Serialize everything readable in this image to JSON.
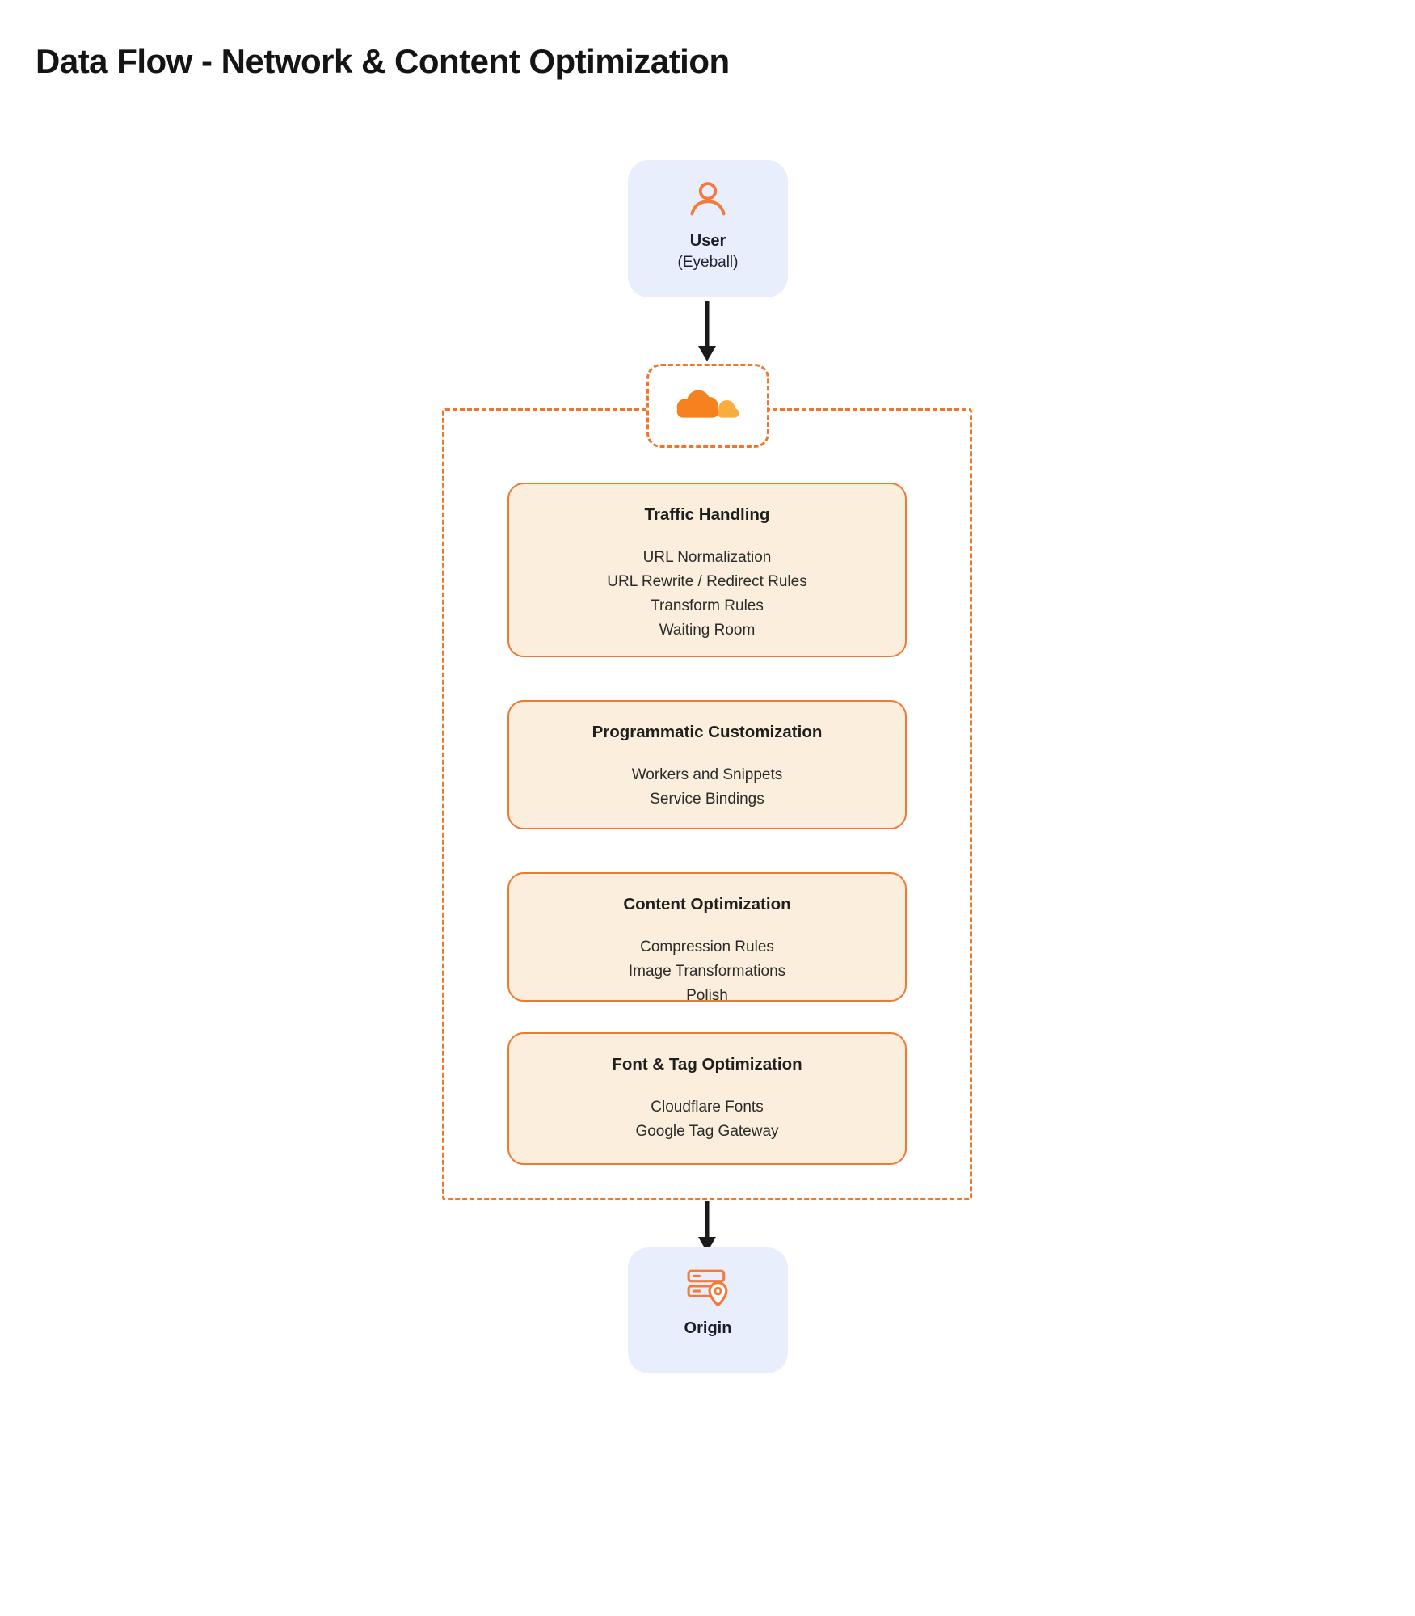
{
  "title": "Data Flow - Network & Content Optimization",
  "user_node": {
    "label": "User",
    "sublabel": "(Eyeball)"
  },
  "origin_node": {
    "label": "Origin"
  },
  "groups": [
    {
      "title": "Traffic Handling",
      "items": [
        "URL Normalization",
        "URL Rewrite / Redirect Rules",
        "Transform Rules",
        "Waiting Room"
      ]
    },
    {
      "title": "Programmatic Customization",
      "items": [
        "Workers and Snippets",
        "Service Bindings"
      ]
    },
    {
      "title": "Content Optimization",
      "items": [
        "Compression Rules",
        "Image Transformations",
        "Polish"
      ]
    },
    {
      "title": "Font & Tag Optimization",
      "items": [
        "Cloudflare Fonts",
        "Google Tag Gateway"
      ]
    }
  ],
  "colors": {
    "dashed_boundary": "#F2752C",
    "card_border": "#EE7A32",
    "card_bg": "#FBEEDC",
    "node_bg": "#E9EEFC",
    "icon_orange": "#F4793B",
    "logo_orange": "#F6821F",
    "logo_light": "#FAAD3F",
    "arrow": "#1A1A1A",
    "title_text": "#141414"
  }
}
